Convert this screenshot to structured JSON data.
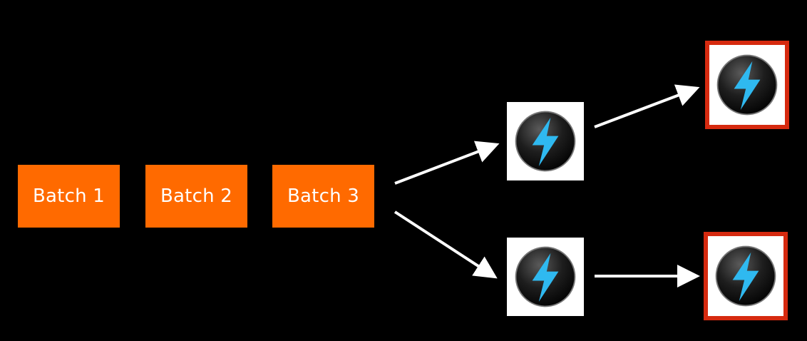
{
  "batches": [
    {
      "label": "Batch 1"
    },
    {
      "label": "Batch 2"
    },
    {
      "label": "Batch 3"
    }
  ],
  "nodes": [
    {
      "icon": "lightning-bolt-icon",
      "highlighted": false
    },
    {
      "icon": "lightning-bolt-icon",
      "highlighted": false
    },
    {
      "icon": "lightning-bolt-icon",
      "highlighted": true
    },
    {
      "icon": "lightning-bolt-icon",
      "highlighted": true
    }
  ],
  "colors": {
    "background": "#000000",
    "batch_fill": "#ff6a00",
    "batch_text": "#ffffff",
    "highlight_border": "#d62a0f",
    "arrow": "#ffffff",
    "icon_disc": "#1e1e1e",
    "icon_bolt": "#2fb9f0"
  }
}
